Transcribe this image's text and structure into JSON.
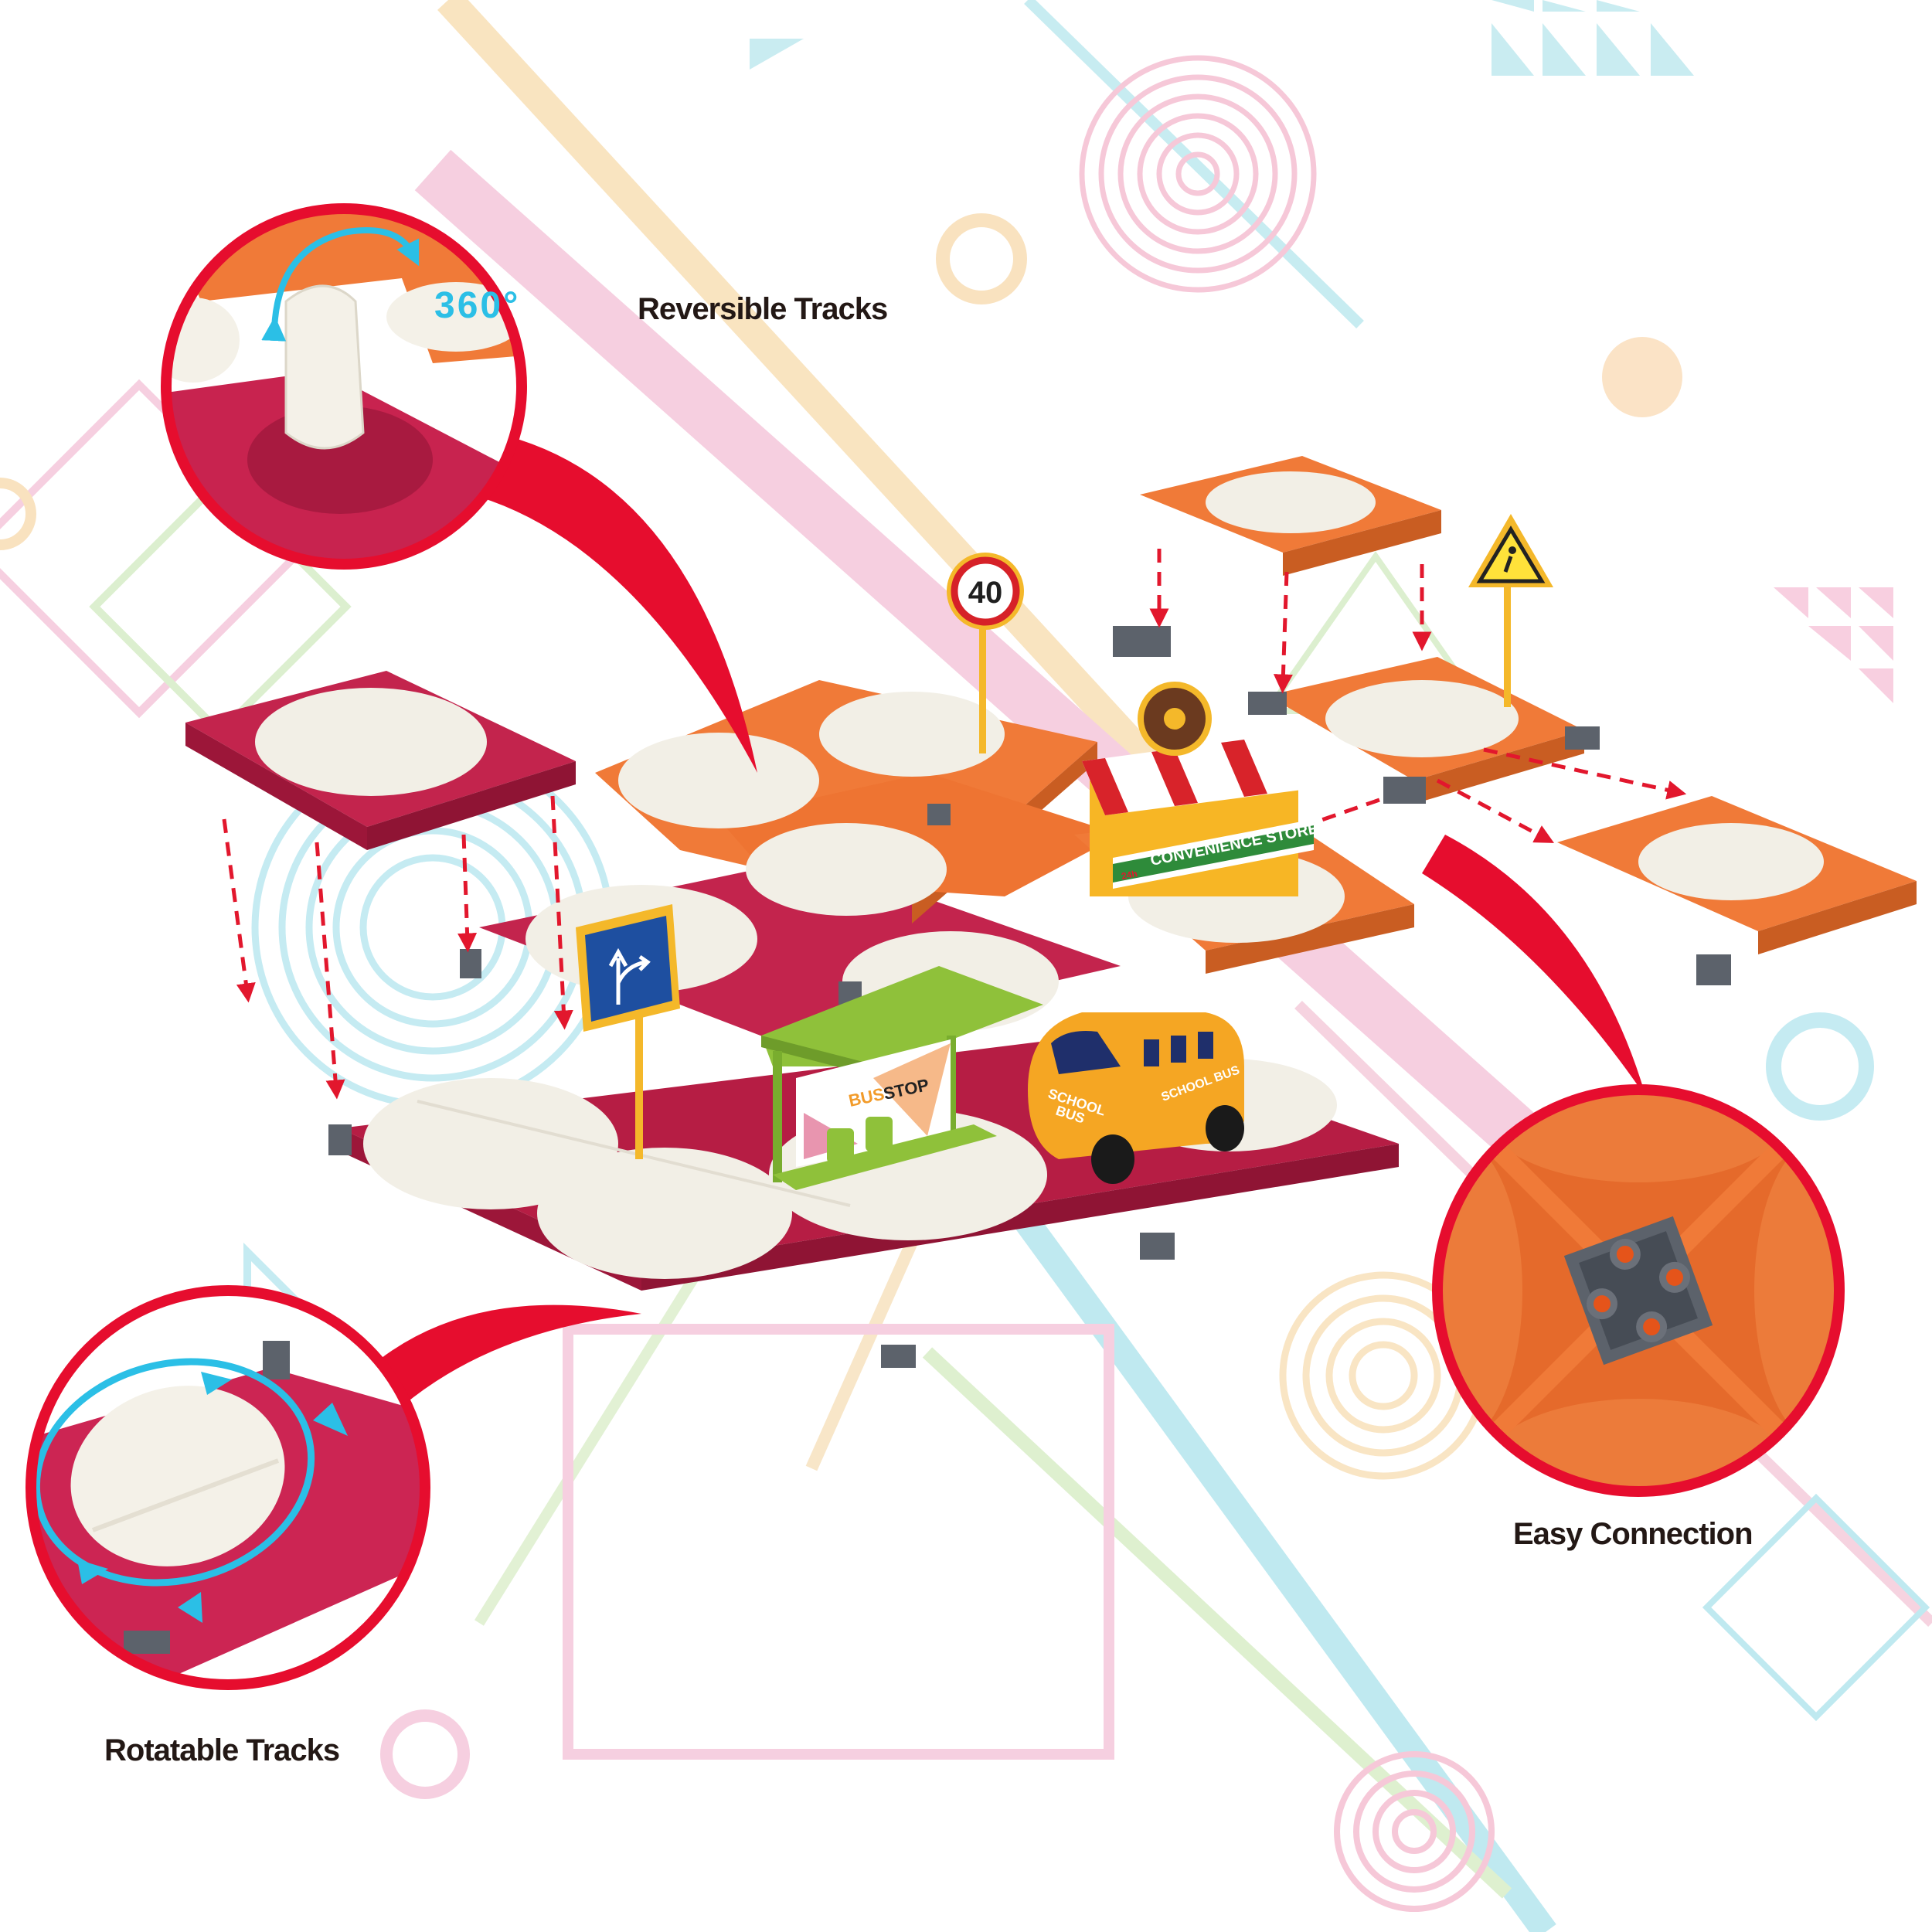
{
  "callouts": {
    "reversible": {
      "title": "Reversible Tracks",
      "rotation_label": "360°"
    },
    "rotatable": {
      "title": "Rotatable Tracks"
    },
    "easy_connection": {
      "title": "Easy Connection"
    }
  },
  "props": {
    "speed_sign": {
      "value": "40"
    },
    "bus_stop": {
      "word1": "BUS",
      "word2": "STOP"
    },
    "school_bus": {
      "hood_line1": "SCHOOL",
      "hood_line2": "BUS",
      "side_text": "SCHOOL BUS"
    },
    "store": {
      "sign": "CONVENIENCE STORE",
      "badge": "24h"
    }
  },
  "colors": {
    "callout_red": "#e60d2e",
    "arrow_blue": "#2bbfe6",
    "tile_crimson": "#c8234f",
    "tile_orange": "#f07a38",
    "track_white": "#f4f1e8",
    "connector_gray": "#5c626b",
    "text_dark": "#231815"
  }
}
